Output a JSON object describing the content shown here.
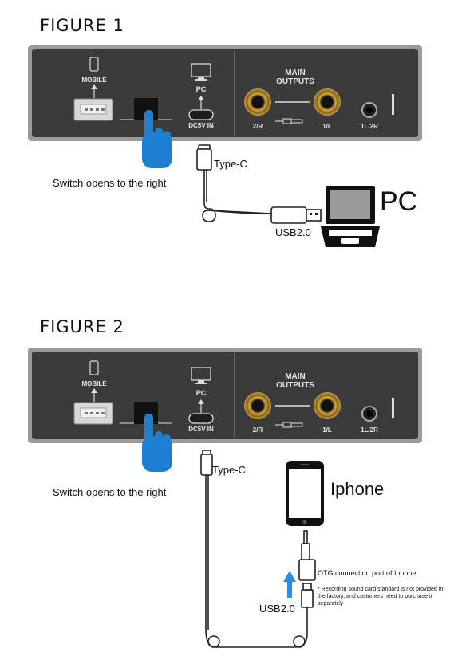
{
  "figure1": {
    "title": "FIGURE 1",
    "device": {
      "mobile": "MOBILE",
      "pc": "PC",
      "dc": "DC5V IN",
      "main1": "MAIN",
      "main2": "OUTPUTS",
      "ch2": "2/R",
      "ch1": "1/L",
      "phones": "1L/2R"
    },
    "switch_note": "Switch opens to the right",
    "typec": "Type-C",
    "usb": "USB2.0",
    "pc_label": "PC"
  },
  "figure2": {
    "title": "FIGURE 2",
    "device": {
      "mobile": "MOBILE",
      "pc": "PC",
      "dc": "DC5V IN",
      "main1": "MAIN",
      "main2": "OUTPUTS",
      "ch2": "2/R",
      "ch1": "1/L",
      "phones": "1L/2R"
    },
    "switch_note": "Switch opens to the right",
    "typec": "Type-C",
    "usb": "USB2.0",
    "iphone": "Iphone",
    "otg": "OTG connection port of Iphone",
    "note": "* Recording sound card standard is not provided in the factory, and customers need to purchase it separately"
  },
  "colors": {
    "panel": "#3a3a3a",
    "frame": "#8a8a8a",
    "hand": "#1e7fd0",
    "arrow": "#2b8de0",
    "gold": "#b8892a"
  }
}
